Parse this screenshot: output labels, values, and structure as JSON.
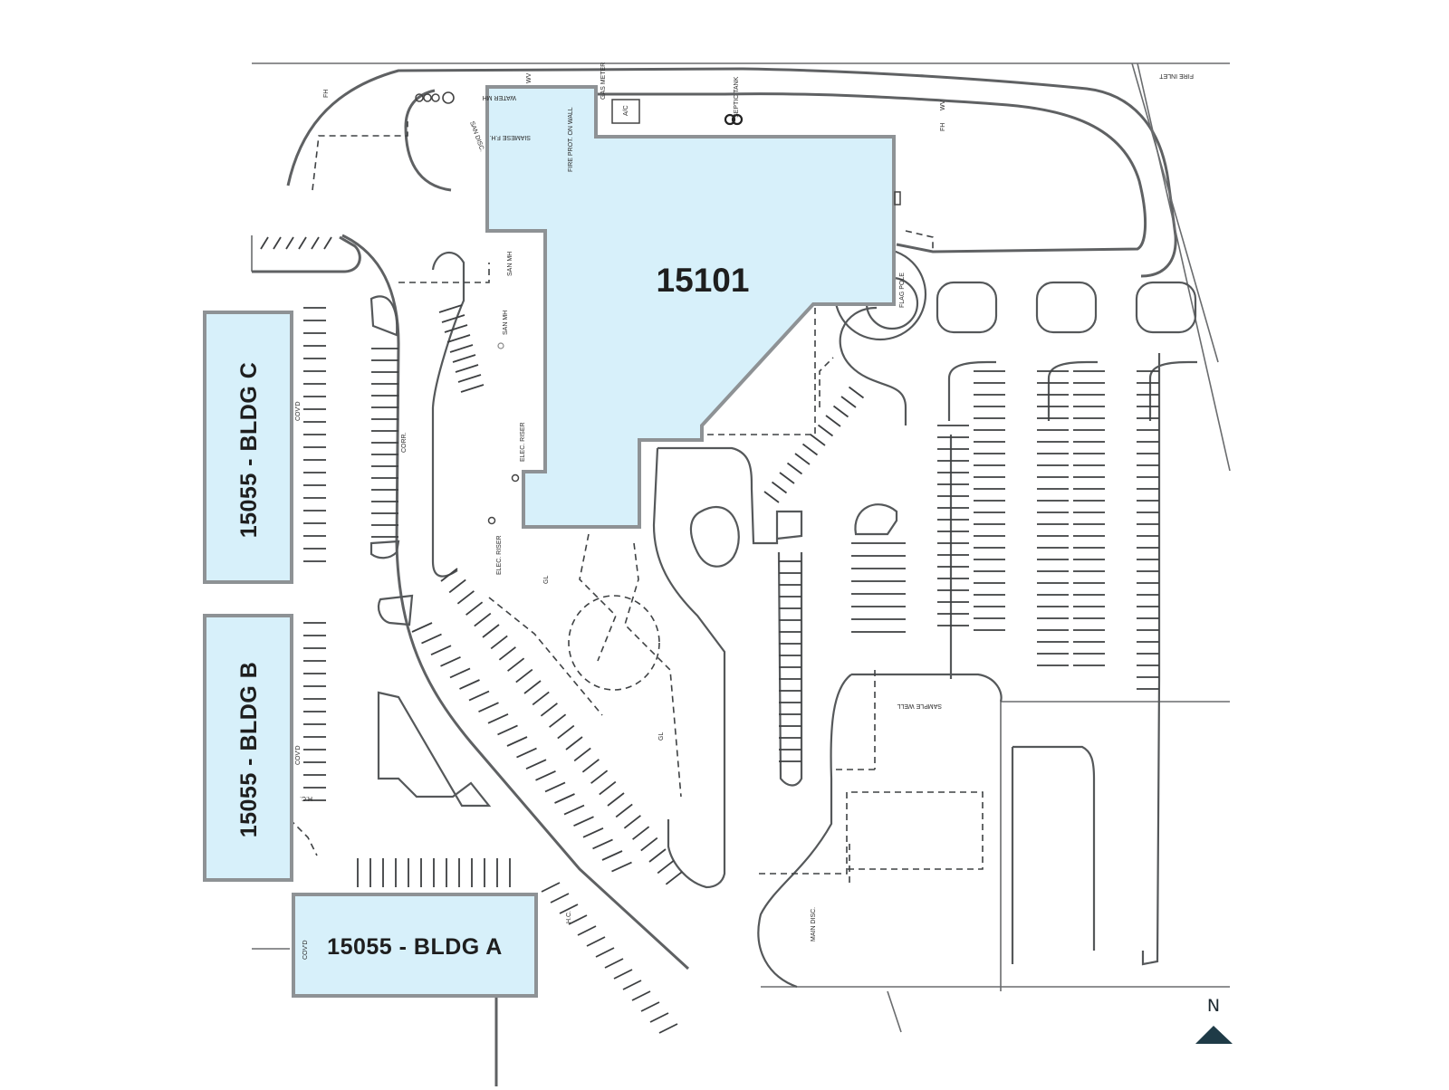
{
  "buildings": {
    "main": {
      "label": "15101",
      "fill": "#d7f0fa"
    },
    "bldg_c": {
      "label": "15055 - BLDG C"
    },
    "bldg_b": {
      "label": "15055 - BLDG B"
    },
    "bldg_a": {
      "label": "15055 - BLDG A"
    }
  },
  "annotations": {
    "water_mh": "WATER MH",
    "siamese": "SIAMESE F.H.",
    "fire_prot": "FIRE PROT. ON WALL",
    "gas_meter": "GAS METER",
    "ac": "A/C",
    "septic": "SEPTIC TANK",
    "san_mh_1": "SAN MH",
    "san_mh_2": "SAN MH",
    "elec_riser_1": "ELEC. RISER",
    "elec_riser_2": "ELEC. RISER",
    "flag_pole": "FLAG POLE",
    "sample_well": "SAMPLE WELL",
    "main_disc": "MAIN DISC.",
    "san_disc": "SAN DISC.",
    "fh_1": "FH",
    "fh_2": "FH",
    "wv_1": "WV",
    "wv_2": "WV",
    "corr": "CORR.",
    "covd_1": "COV'D",
    "covd_2": "COV'D",
    "covd_3": "COV'D",
    "gl_1": "GL",
    "gl_2": "GL",
    "hc_1": "H.C.",
    "hc_2": "H.C.",
    "fire_inlet": "FIRE INLET"
  },
  "compass": {
    "label": "N",
    "color": "#1f3b47"
  }
}
